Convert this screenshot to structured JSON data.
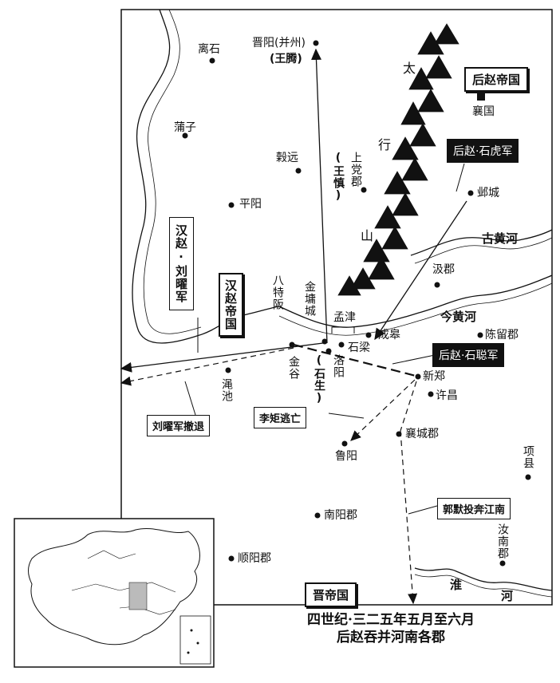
{
  "title": {
    "line1": "四世纪·三二五年五月至六月",
    "line2": "后赵吞并河南各郡"
  },
  "empires": {
    "later_zhao": "后赵帝国",
    "han_zhao": "汉赵帝国",
    "jin": "晋帝国"
  },
  "mountains": [
    "太",
    "行",
    "山"
  ],
  "rivers": {
    "old_yellow": "古黄河",
    "new_yellow": "今黄河",
    "huai": [
      "淮",
      "河"
    ]
  },
  "places": {
    "lishi": "离石",
    "jinyang": "晋阳(并州)",
    "wang_teng": "(王腾)",
    "puzi": "蒲子",
    "guyuan": "榖远",
    "pingyang": "平阳",
    "shangdang": "上党郡",
    "wang_shen": "(王慎)",
    "xiangguo": "襄国",
    "yecheng": "邺城",
    "jijun": "汲郡",
    "batefan": "八特阪",
    "jinyongcheng": "金墉城",
    "mengjin": "孟津",
    "chenggao": "成皋",
    "shiliang": "石梁",
    "chenliu": "陈留郡",
    "jingu": "金谷",
    "luoyang": "洛阳",
    "shi_sheng": "(石生)",
    "mianchi": "渑池",
    "xinzheng": "新郑",
    "xuchang": "许昌",
    "luyang": "鲁阳",
    "xiangcheng": "襄城郡",
    "xiangxian": "项县",
    "nanyang": "南阳郡",
    "runan": "汝南郡",
    "shunyang": "顺阳郡"
  },
  "callouts": {
    "hanzhao_army": "汉赵·刘曜军",
    "shihu_army": "后赵·石虎军",
    "shicong_army": "后赵·石聪军",
    "liuyao_retreat": "刘曜军撤退",
    "liju_flee": "李矩逃亡",
    "guomo_flee": "郭默投奔江南"
  },
  "colors": {
    "ink": "#111111",
    "paper": "#ffffff",
    "inset_fill": "#bbbbbb"
  }
}
